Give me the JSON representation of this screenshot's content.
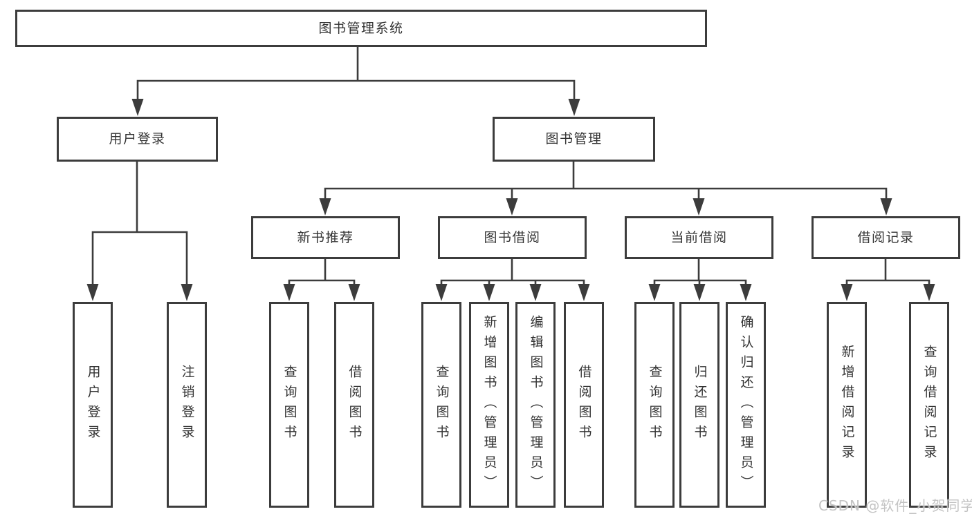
{
  "tree": {
    "label": "图书管理系统",
    "children": [
      {
        "label": "用户登录",
        "children": [
          {
            "label": "用户登录"
          },
          {
            "label": "注销登录"
          }
        ]
      },
      {
        "label": "图书管理",
        "children": [
          {
            "label": "新书推荐",
            "children": [
              {
                "label": "查询图书"
              },
              {
                "label": "借阅图书"
              }
            ]
          },
          {
            "label": "图书借阅",
            "children": [
              {
                "label": "查询图书"
              },
              {
                "label": "新增图书（管理员）"
              },
              {
                "label": "编辑图书（管理员）"
              },
              {
                "label": "借阅图书"
              }
            ]
          },
          {
            "label": "当前借阅",
            "children": [
              {
                "label": "查询图书"
              },
              {
                "label": "归还图书"
              },
              {
                "label": "确认归还（管理员）"
              }
            ]
          },
          {
            "label": "借阅记录",
            "children": [
              {
                "label": "新增借阅记录"
              },
              {
                "label": "查询借阅记录"
              }
            ]
          }
        ]
      }
    ]
  },
  "watermark": {
    "text": "CSDN @软件_小贺同学"
  },
  "colors": {
    "line": "#3c3c3c",
    "box_border": "#3c3c3c",
    "text": "#333333",
    "background": "#ffffff",
    "watermark": "#c1c1c1"
  }
}
